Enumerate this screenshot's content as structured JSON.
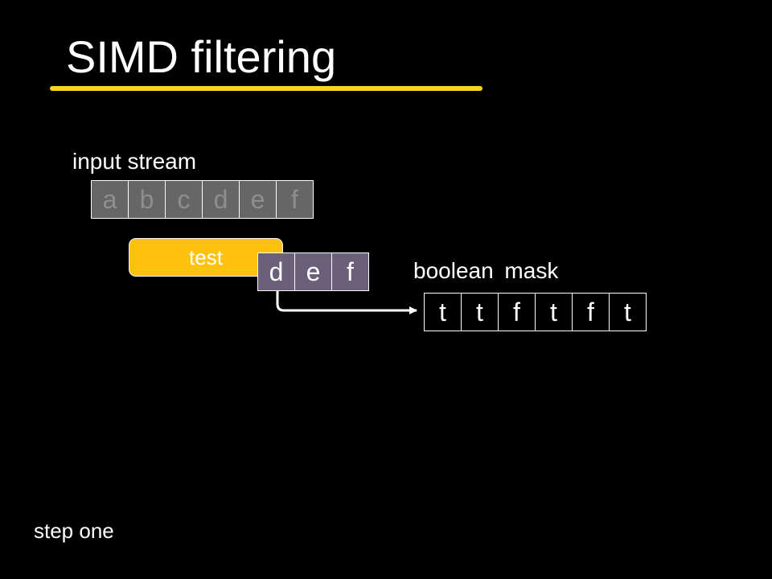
{
  "slide": {
    "title": "SIMD filtering",
    "input_label": "input stream",
    "mask_label": "boolean mask",
    "step_label": "step one",
    "test_label": "test"
  },
  "input_stream": [
    "a",
    "b",
    "c",
    "d",
    "e",
    "f"
  ],
  "window": [
    "d",
    "e",
    "f"
  ],
  "boolean_mask": [
    "t",
    "t",
    "f",
    "t",
    "f",
    "t"
  ],
  "colors": {
    "accent": "#ffd21e",
    "test_fill": "#ffc20e",
    "window_fill": "#6b6079",
    "input_fill": "#666666",
    "background": "#000000"
  }
}
